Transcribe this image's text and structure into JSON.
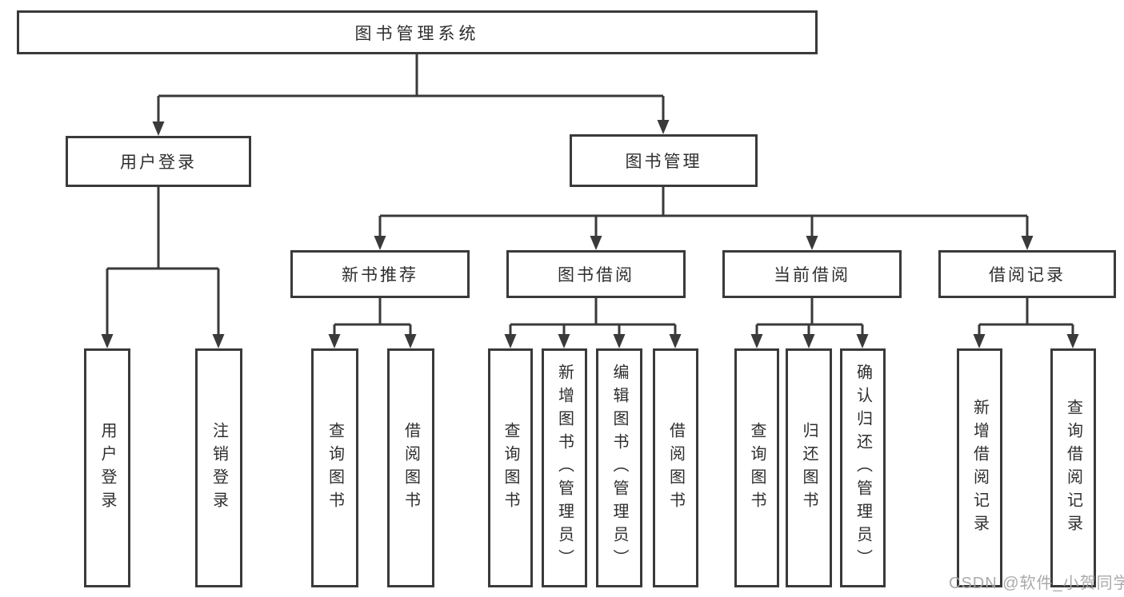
{
  "diagram": {
    "root": "图书管理系统",
    "branches": [
      {
        "label": "用户登录",
        "children": [
          "用户登录",
          "注销登录"
        ]
      },
      {
        "label": "图书管理",
        "sections": [
          {
            "label": "新书推荐",
            "children": [
              "查询图书",
              "借阅图书"
            ]
          },
          {
            "label": "图书借阅",
            "children": [
              "查询图书",
              "新增图书（管理员）",
              "编辑图书（管理员）",
              "借阅图书"
            ]
          },
          {
            "label": "当前借阅",
            "children": [
              "查询图书",
              "归还图书",
              "确认归还（管理员）"
            ]
          },
          {
            "label": "借阅记录",
            "children": [
              "新增借阅记录",
              "查询借阅记录"
            ]
          }
        ]
      }
    ],
    "colors": {
      "line": "#3a3a3a",
      "box_border": "#3a3a3a",
      "text": "#2e2e2e",
      "background": "#ffffff",
      "watermark": "#a5a5a5"
    }
  },
  "watermark": "CSDN @软件_小贺同学"
}
